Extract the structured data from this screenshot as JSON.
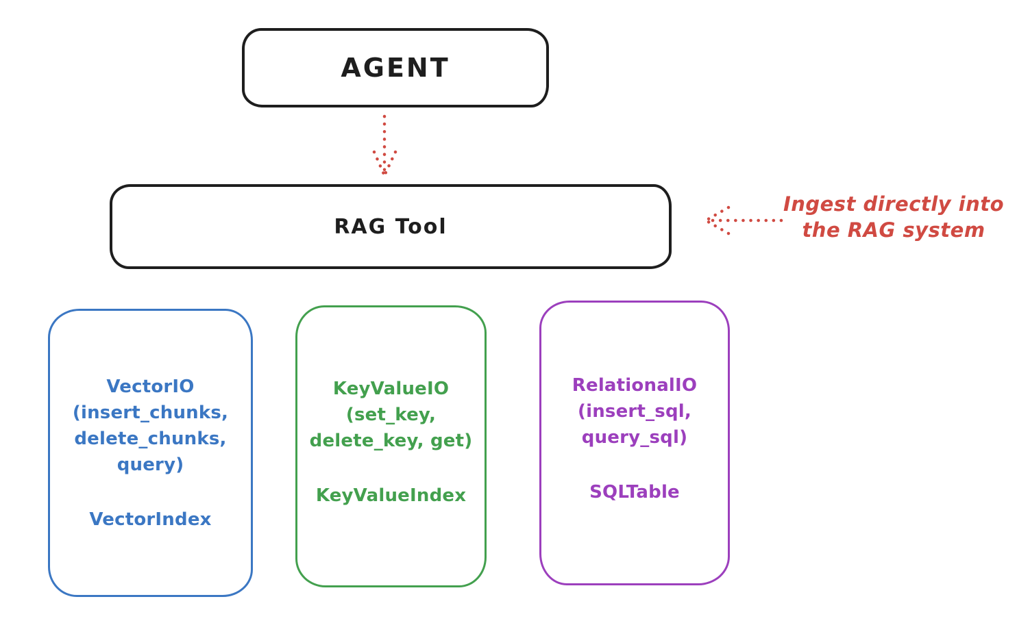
{
  "diagram": {
    "colors": {
      "stroke": "#1e1e1e",
      "red": "#d04a42",
      "vector_blue": "#3b77c3",
      "keyvalue_green": "#43a04e",
      "relational_purple": "#9c3fbd"
    },
    "agent": {
      "label": "AGENT"
    },
    "rag_tool": {
      "label": "RAG Tool"
    },
    "annotation": {
      "line1": "Ingest directly into",
      "line2": "the RAG system"
    },
    "stores": [
      {
        "id": "vector-io",
        "color": "#3b77c3",
        "lines": [
          "VectorIO",
          "(insert_chunks,",
          "delete_chunks,",
          "query)"
        ],
        "index_label": "VectorIndex"
      },
      {
        "id": "keyvalue-io",
        "color": "#43a04e",
        "lines": [
          "KeyValueIO",
          "(set_key,",
          "delete_key, get)"
        ],
        "index_label": "KeyValueIndex"
      },
      {
        "id": "relational-io",
        "color": "#9c3fbd",
        "lines": [
          "RelationalIO",
          "(insert_sql,",
          "query_sql)"
        ],
        "index_label": "SQLTable"
      }
    ]
  }
}
